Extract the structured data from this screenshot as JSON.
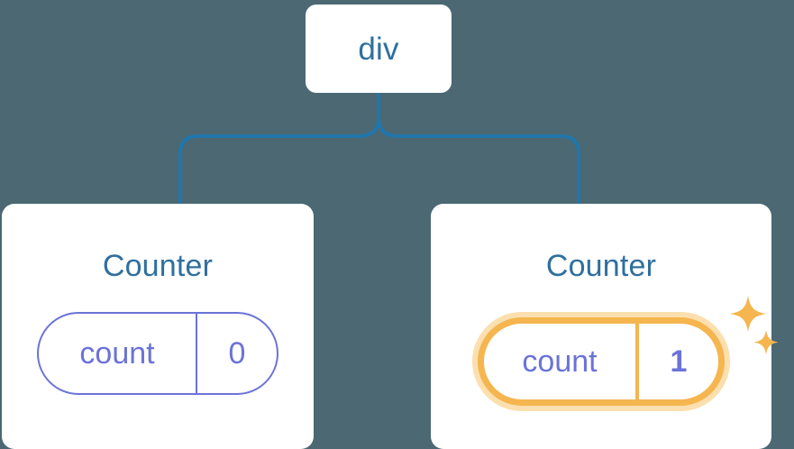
{
  "diagram": {
    "background_color": "#4b6873",
    "connector_color": "#2176ab",
    "node_text_color": "#2f6f9e",
    "pill_color": "#6b73d8",
    "highlight_color": "#f5b54f",
    "highlight_halo_color": "#fbdfae"
  },
  "root": {
    "label": "div"
  },
  "children": [
    {
      "title": "Counter",
      "state": {
        "key": "count",
        "value": "0"
      },
      "highlighted": false
    },
    {
      "title": "Counter",
      "state": {
        "key": "count",
        "value": "1"
      },
      "highlighted": true,
      "sparkle_icons": [
        "sparkle-large-icon",
        "sparkle-small-icon"
      ]
    }
  ]
}
